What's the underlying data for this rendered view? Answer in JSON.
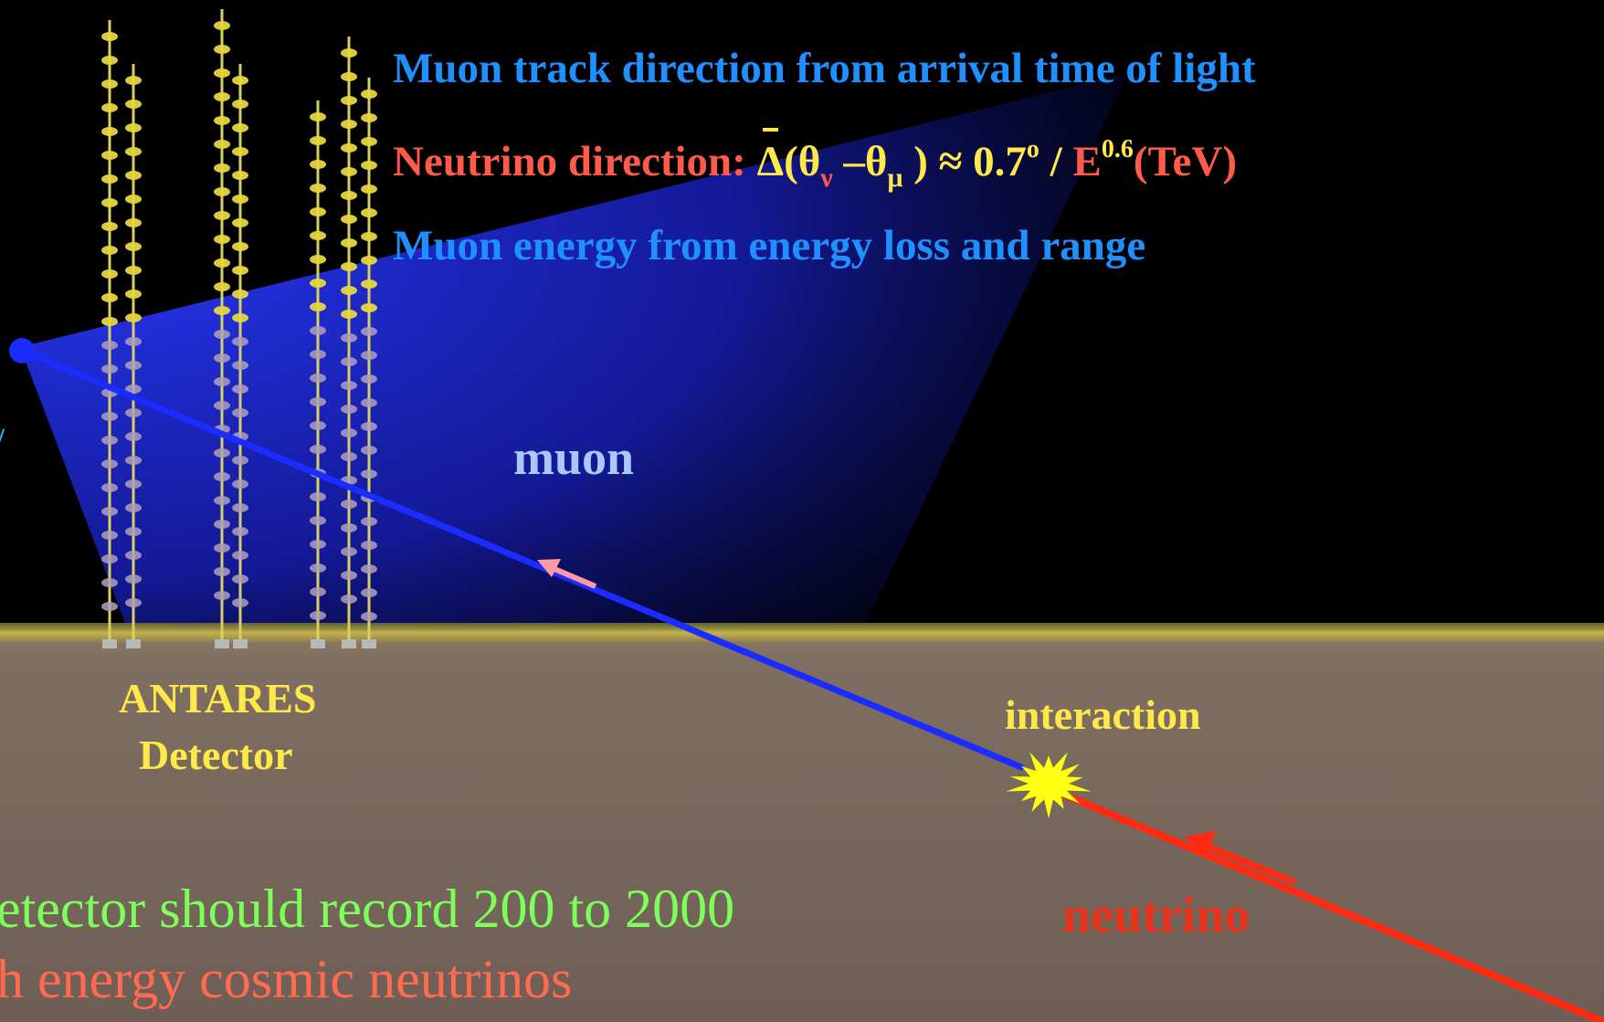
{
  "header": {
    "line1": "Muon track direction from  arrival time of light",
    "line2_label": "Neutrino direction: ",
    "line2_delta": "Δ",
    "line2_theta_nu": "(θ",
    "line2_nu_sub": "ν",
    "line2_theta_mu": " –θ",
    "line2_mu_sub": "μ",
    "line2_approx": " ) ≈ 0.7",
    "line2_deg": "o",
    "line2_slash": " / ",
    "line2_E": "E",
    "line2_exp": "0.6",
    "line2_unit": "(TeV)",
    "line3": "Muon energy from energy loss and range"
  },
  "labels": {
    "muon": "muon",
    "detector_line1": "ANTARES",
    "detector_line2": "Detector",
    "interaction": "interaction",
    "neutrino": "neutrino",
    "bottom_line1": "etector should record 200 to 2000",
    "bottom_line2": "h energy cosmic neutrinos"
  },
  "colors": {
    "sky": "#000000",
    "seabed": "#7a6a5e",
    "seabed_edge": "#c8b84a",
    "cherenkov_cone": "#1a2aff",
    "muon_track": "#1a2cff",
    "neutrino_track": "#ff2a10",
    "text_blue": "#1e90ff",
    "text_red": "#ff5a4a",
    "text_yellow": "#ffe84a",
    "text_green": "#7dff5a",
    "muon_label": "#a8c8ff"
  }
}
